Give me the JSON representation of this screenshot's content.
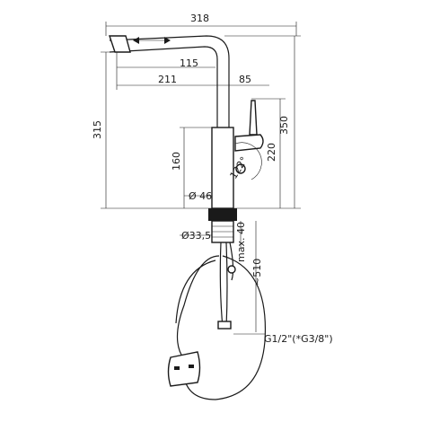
{
  "dimensions": {
    "width_total": "318",
    "spout_reach": "115",
    "spout_offset": "211",
    "lever_offset": "85",
    "height_total": "350",
    "height_outlet": "315",
    "height_lever": "220",
    "height_body": "160",
    "angle": "122°",
    "body_diameter": "Ø 46",
    "hole_diameter": "Ø33,5",
    "deck_thickness": "max. 40",
    "hose_length": "~510",
    "connection": "G1/2\"(*G3/8\")"
  }
}
